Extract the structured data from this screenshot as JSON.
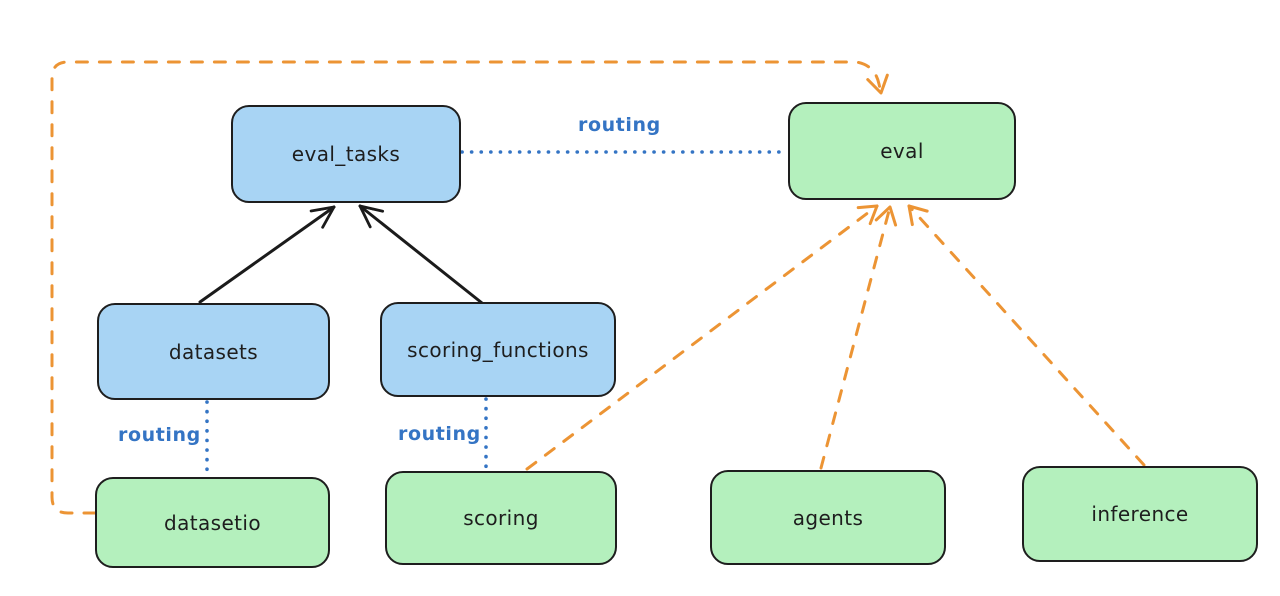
{
  "diagram_title": "",
  "nodes": {
    "eval_tasks": {
      "label": "eval_tasks",
      "kind": "resource"
    },
    "eval": {
      "label": "eval",
      "kind": "api"
    },
    "datasets": {
      "label": "datasets",
      "kind": "resource"
    },
    "scoring_functions": {
      "label": "scoring_functions",
      "kind": "resource"
    },
    "datasetio": {
      "label": "datasetio",
      "kind": "api"
    },
    "scoring": {
      "label": "scoring",
      "kind": "api"
    },
    "agents": {
      "label": "agents",
      "kind": "api"
    },
    "inference": {
      "label": "inference",
      "kind": "api"
    }
  },
  "edge_labels": {
    "routing_top": "routing",
    "routing_datasets": "routing",
    "routing_scoring": "routing"
  },
  "edges": [
    {
      "from": "eval_tasks",
      "to": "eval",
      "style": "blue-dotted",
      "label": "routing"
    },
    {
      "from": "datasets",
      "to": "eval_tasks",
      "style": "black-arrow",
      "label": ""
    },
    {
      "from": "scoring_functions",
      "to": "eval_tasks",
      "style": "black-arrow",
      "label": ""
    },
    {
      "from": "datasets",
      "to": "datasetio",
      "style": "blue-dotted",
      "label": "routing"
    },
    {
      "from": "scoring_functions",
      "to": "scoring",
      "style": "blue-dotted",
      "label": "routing"
    },
    {
      "from": "scoring",
      "to": "eval",
      "style": "orange-arrow",
      "label": ""
    },
    {
      "from": "agents",
      "to": "eval",
      "style": "orange-arrow",
      "label": ""
    },
    {
      "from": "inference",
      "to": "eval",
      "style": "orange-arrow",
      "label": ""
    },
    {
      "from": "datasetio",
      "to": "eval",
      "style": "orange-arrow",
      "label": ""
    }
  ],
  "colors": {
    "background": "#ffffff",
    "node_blue_fill": "#a8d4f4",
    "node_green_fill": "#b4f0bd",
    "node_stroke": "#1e1e1e",
    "text_color": "#1e1e1e",
    "routing_blue": "#3474c4",
    "arrow_black": "#1b1b1b",
    "arrow_orange": "#ec9434"
  }
}
